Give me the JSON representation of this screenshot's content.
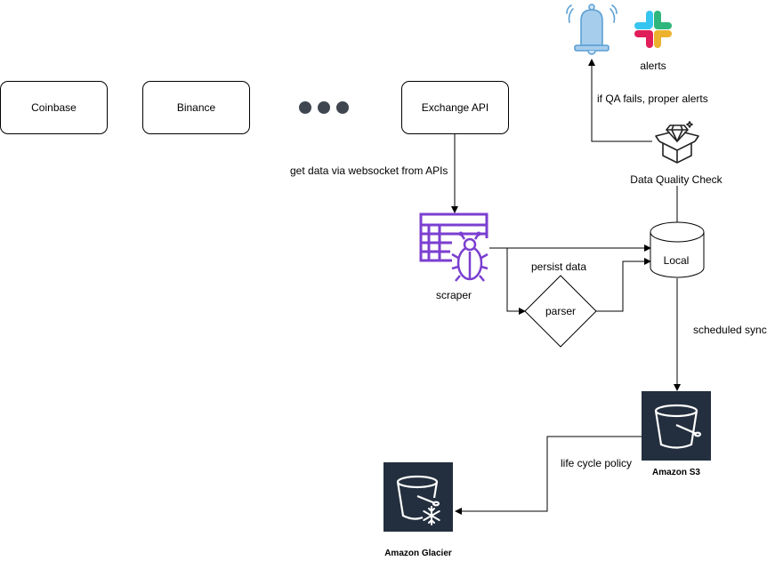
{
  "nodes": {
    "coinbase": "Coinbase",
    "binance": "Binance",
    "exchange_api": "Exchange API",
    "scraper": "scraper",
    "parser": "parser",
    "local": "Local",
    "data_quality": "Data Quality Check",
    "alerts": "alerts",
    "s3": "Amazon S3",
    "glacier": "Amazon Glacier"
  },
  "edges": {
    "websocket": "get data via websocket from APIs",
    "persist": "persist data",
    "qa_fail": "if QA fails, proper alerts",
    "sync": "scheduled sync",
    "lifecycle": "life cycle policy"
  },
  "colors": {
    "scraper_purple": "#7b3fd0",
    "aws_dark": "#232f3e",
    "bell_blue": "#5a9fd4",
    "slack_blue": "#36c5f0",
    "slack_green": "#2eb67d",
    "slack_yellow": "#ecb22e",
    "slack_red": "#e01e5a"
  },
  "icons": [
    "bell-icon",
    "slack-icon",
    "diamond-box-icon",
    "scraper-icon",
    "s3-bucket-icon",
    "glacier-icon",
    "ellipsis-icon"
  ]
}
